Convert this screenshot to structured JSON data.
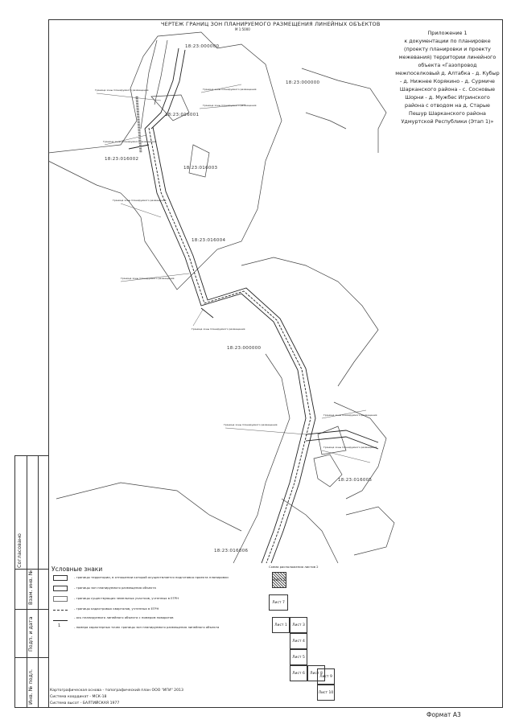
{
  "title": "ЧЕРТЕЖ ГРАНИЦ ЗОН ПЛАНИРУЕМОГО РАЗМЕЩЕНИЯ ЛИНЕЙНЫХ ОБЪЕКТОВ",
  "subtitle": "М 1:5000",
  "appendix_lines": [
    "Приложение 1",
    "к документации по планировке",
    "(проекту планировки и проекту",
    "межевания) территории линейного",
    "объекта «Газопровод",
    "межпоселковый д. Алтабка - д. Кубыр",
    "- д. Нижнее Корякино - д. Сурмиче",
    "Шарканского района - с. Сосновые",
    "Шорни - д. Мужбес Игринского",
    "района с отводом на д. Старые",
    "Пешур Шарканского района",
    "Удмуртской Республики (Этап 1)»"
  ],
  "zones": [
    {
      "id": "z1",
      "text": "18:23:000000"
    },
    {
      "id": "z2",
      "text": "18:23:016001"
    },
    {
      "id": "z3",
      "text": "18:23:016002"
    },
    {
      "id": "z4",
      "text": "18:23:016003"
    },
    {
      "id": "z5",
      "text": "18:23:016004"
    },
    {
      "id": "z6",
      "text": "18:23:000000"
    },
    {
      "id": "z7",
      "text": "18:23:016005"
    },
    {
      "id": "z8",
      "text": "18:23:016006"
    },
    {
      "id": "z9",
      "text": "18:23:000000"
    }
  ],
  "leader_labels": [
    "Граница зоны планируемого размещения",
    "Граница зоны планируемого размещения",
    "Граница зоны планируемого размещения",
    "Граница зоны планируемого размещения",
    "Граница зоны планируемого размещения",
    "Граница зоны планируемого размещения",
    "Граница зоны планируемого размещения",
    "Граница зоны планируемого размещения",
    "Граница зоны планируемого размещения",
    "Граница зоны планируемого размещения"
  ],
  "side_labels": [
    "Инв. № подл.",
    "Подп. и дата",
    "Взам. инв. №",
    "Согласовано"
  ],
  "legend": {
    "title": "Условные знаки",
    "items": [
      "- границы территории, в отношении которой осуществляется подготовка проекта планировки",
      "- границы зон планируемого размещения объекта",
      "- границы существующих земельных участков, учтенных в ЕГРН",
      "- границы кадастровых кварталов, учтенных в ЕГРН",
      "- ось планируемого линейного объекта с номером поворотов",
      "- номера характерных точек границы зон планируемого размещения линейного объекта"
    ],
    "item5_marker": "1"
  },
  "sheets": {
    "title": "Схема расположения листов 2",
    "labels": [
      "Лист 1",
      "Лист 2",
      "Лист 3",
      "Лист 4",
      "Лист 5",
      "Лист 6",
      "Лист 7",
      "Лист 8",
      "Лист 9",
      "Лист 10"
    ]
  },
  "footer_lines": [
    "Картографическая основа - топографический план ООО \"ИГИ\" 2013",
    "Система координат - МСК-18",
    "Система высот - БАЛТИЙСКАЯ 1977"
  ],
  "format": "Формат А3",
  "colors": {
    "line": "#333333",
    "hatch": "#555555"
  }
}
